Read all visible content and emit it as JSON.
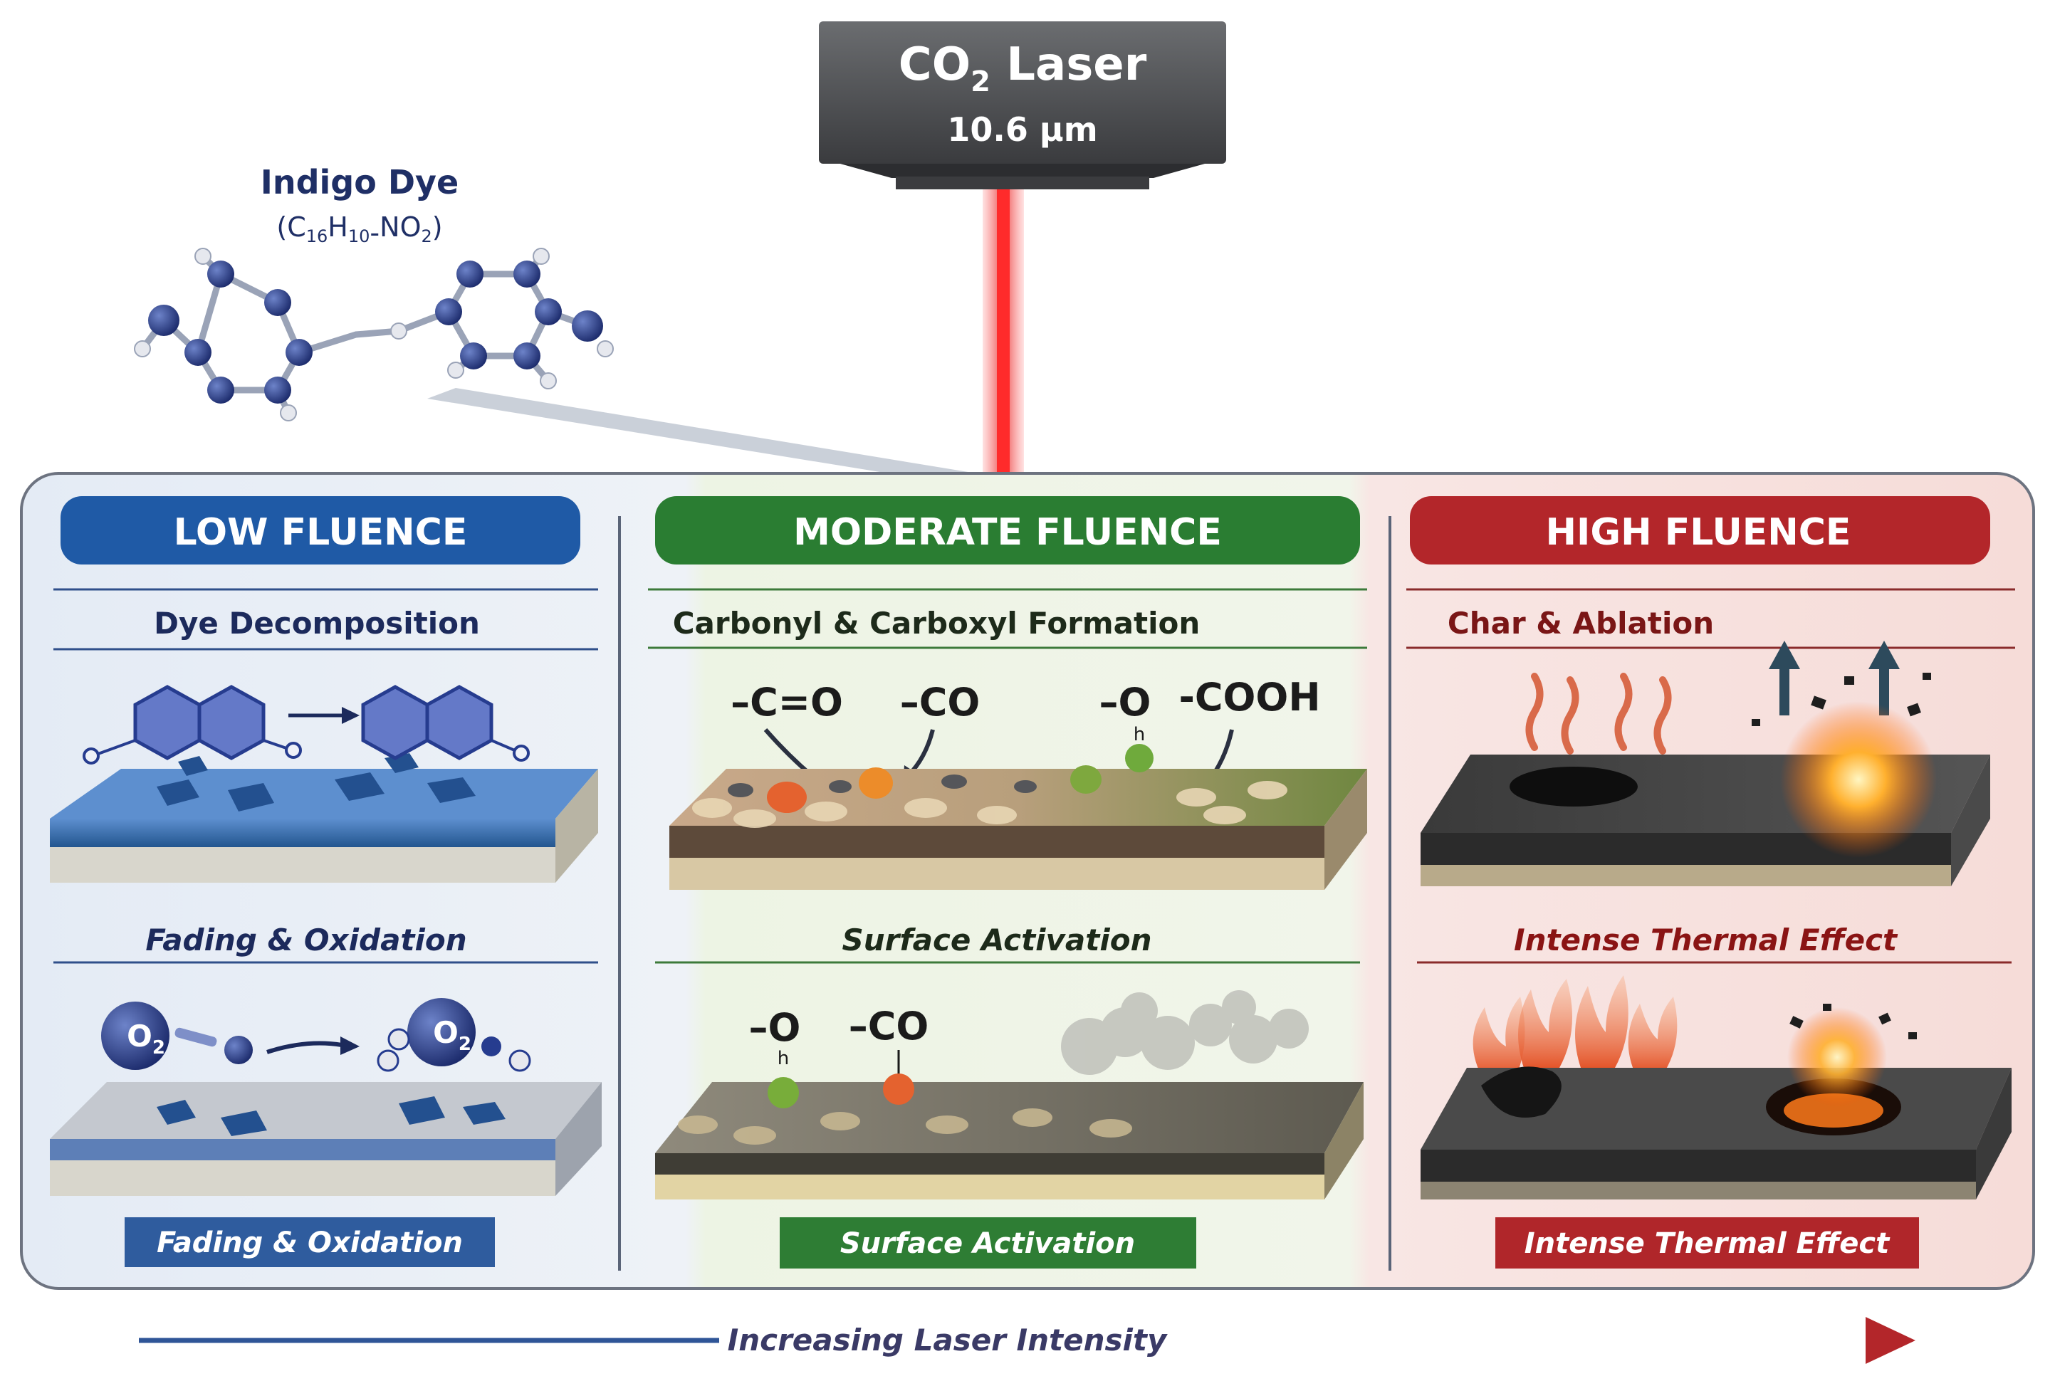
{
  "laser": {
    "name_prefix": "CO",
    "name_subscript": "2",
    "name_suffix": " Laser",
    "wavelength": "10.6 µm"
  },
  "molecule": {
    "title": "Indigo Dye",
    "formula_parts": [
      "(C",
      "16",
      "H",
      "10",
      "-",
      "N",
      "O",
      "2",
      ")"
    ]
  },
  "bottom_axis": {
    "label": "Increasing Laser Intensity"
  },
  "panels": [
    {
      "heading": "LOW FLUENCE",
      "top_subtitle": "Dye Decomposition",
      "mid_subtitle": "Fading & Oxidation",
      "footer": "Fading & Oxidation",
      "oxygen_label": "O",
      "oxygen_subscript": "2",
      "color": "#1f5aa6"
    },
    {
      "heading": "MODERATE FLUENCE",
      "top_subtitle": "Carbonyl & Carboxyl Formation",
      "mid_subtitle": "Surface Activation",
      "footer": "Surface Activation",
      "top_groups": [
        "–C=O",
        "–CO",
        "–O",
        "-COOH"
      ],
      "top_group_h": "h",
      "bottom_groups": [
        "–O",
        "–CO"
      ],
      "bottom_group_h": "h",
      "color": "#2a7d32"
    },
    {
      "heading": "HIGH FLUENCE",
      "top_subtitle": "Char & Ablation",
      "mid_subtitle": "Intense Thermal Effect",
      "footer": "Intense Thermal Effect",
      "color": "#b3262a"
    }
  ]
}
